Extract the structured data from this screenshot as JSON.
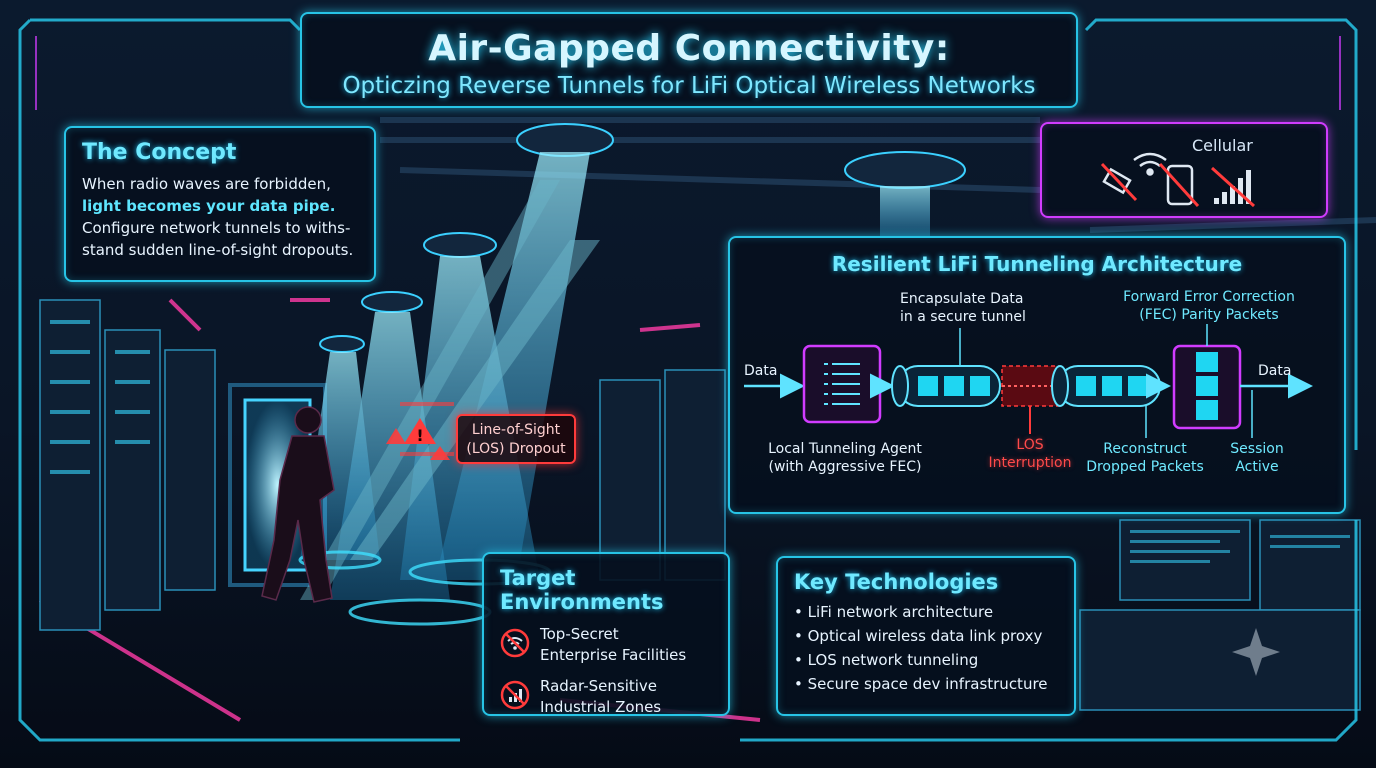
{
  "title": {
    "main": "Air-Gapped Connectivity:",
    "subtitle": "Opticzing Reverse Tunnels for LiFi Optical Wireless Networks"
  },
  "concept": {
    "heading": "The Concept",
    "line1": "When radio waves are forbidden,",
    "line2": "light becomes your data pipe.",
    "line3": "Configure network tunnels to withs-",
    "line4": "stand sudden line-of-sight dropouts."
  },
  "cellular": {
    "label": "Cellular",
    "icons": [
      "wifi-crossed-icon",
      "phone-crossed-icon",
      "signal-bars-crossed-icon"
    ]
  },
  "los_callout": {
    "line1": "Line-of-Sight",
    "line2": "(LOS) Dropout"
  },
  "architecture": {
    "heading": "Resilient LiFi Tunneling Architecture",
    "data_in": "Data",
    "data_out": "Data",
    "encapsulate_line1": "Encapsulate Data",
    "encapsulate_line2": "in a secure tunnel",
    "fec_line1": "Forward Error Correction",
    "fec_line2": "(FEC) Parity Packets",
    "agent_line1": "Local Tunneling Agent",
    "agent_line2": "(with Aggressive FEC)",
    "los_line1": "LOS",
    "los_line2": "Interruption",
    "reconstruct_line1": "Reconstruct",
    "reconstruct_line2": "Dropped Packets",
    "session_line1": "Session",
    "session_line2": "Active"
  },
  "target_environments": {
    "heading": "Target Environments",
    "items": [
      {
        "line1": "Top-Secret",
        "line2": "Enterprise Facilities",
        "icon": "no-wifi-icon"
      },
      {
        "line1": "Radar-Sensitive",
        "line2": "Industrial Zones",
        "icon": "no-signal-icon"
      }
    ]
  },
  "key_technologies": {
    "heading": "Key Technologies",
    "items": [
      "LiFi network architecture",
      "Optical wireless data link proxy",
      "LOS network tunneling",
      "Secure space dev infrastructure"
    ]
  },
  "colors": {
    "accent_cyan": "#27c4e6",
    "accent_magenta": "#d13cff",
    "alert_red": "#ff3b3b",
    "background": "#06101c"
  }
}
